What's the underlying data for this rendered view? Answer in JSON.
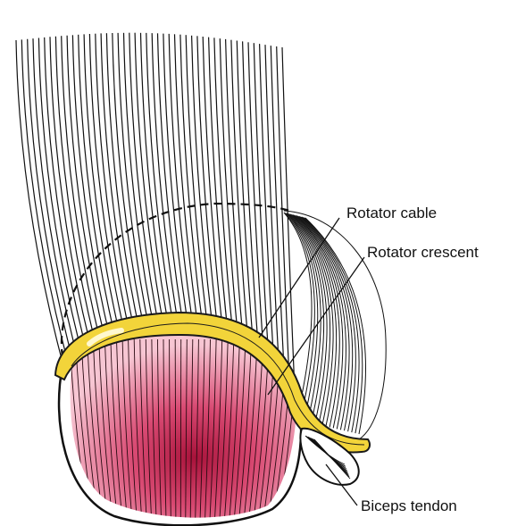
{
  "labels": {
    "rotator_cable": "Rotator cable",
    "rotator_crescent": "Rotator crescent",
    "biceps_tendon": "Biceps tendon"
  },
  "colors": {
    "cable": "#f2d43a",
    "cable_outline": "#1a1a1a",
    "crescent_center": "#a8123a",
    "crescent_mid": "#d94a73",
    "crescent_edge": "#f7c6d3",
    "fibers": "#111111",
    "background": "#ffffff"
  },
  "icons": [
    "rotator-cuff-illustration"
  ]
}
